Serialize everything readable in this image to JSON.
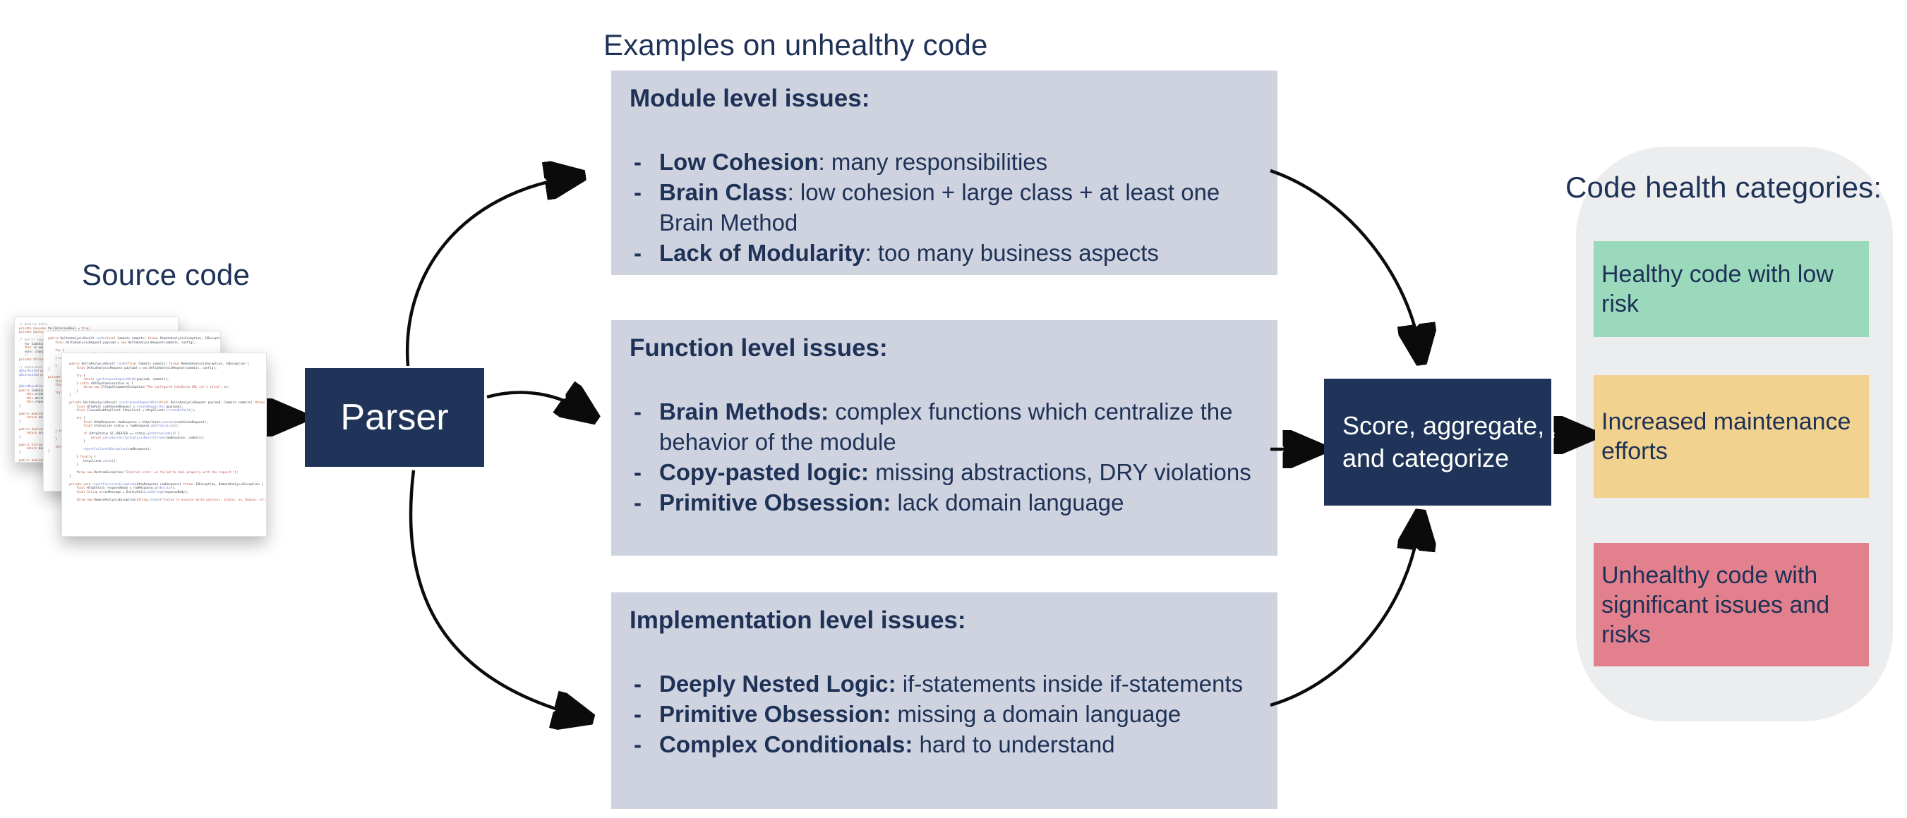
{
  "colors": {
    "navy_box": "#1f3458",
    "navy_text": "#1e3156",
    "issue_box_bg": "#ced3df",
    "panel_bg": "#ebedee",
    "healthy_green": "#9bd9bd",
    "maintenance_yellow": "#f2d28f",
    "unhealthy_red": "#e2808d",
    "arrow": "#0b0b0b"
  },
  "ui": {
    "bullet_dash": "-"
  },
  "headings": {
    "examples": "Examples on unhealthy code",
    "source": "Source code",
    "categories": "Code health categories:"
  },
  "parser": {
    "label": "Parser"
  },
  "score": {
    "line1": "Score, aggregate,",
    "line2": "and categorize"
  },
  "issue_boxes": [
    {
      "title": "Module level issues:",
      "bullets": [
        {
          "term": "Low Cohesion",
          "rest": ": many responsibilities"
        },
        {
          "term": "Brain Class",
          "rest": ": low cohesion + large class + at least one Brain Method"
        },
        {
          "term": "Lack of Modularity",
          "rest": ": too many business aspects"
        }
      ]
    },
    {
      "title": "Function level issues:",
      "bullets": [
        {
          "term": "Brain Methods:",
          "rest": " complex functions which centralize the behavior of the module"
        },
        {
          "term": "Copy-pasted logic:",
          "rest": " missing abstractions, DRY violations"
        },
        {
          "term": "Primitive Obsession:",
          "rest": " lack domain language"
        }
      ]
    },
    {
      "title": "Implementation level issues:",
      "bullets": [
        {
          "term": "Deeply Nested Logic:",
          "rest": " if-statements inside if-statements"
        },
        {
          "term": "Primitive Obsession:",
          "rest": " missing a domain language"
        },
        {
          "term": "Complex Conditionals:",
          "rest": " hard to understand"
        }
      ]
    }
  ],
  "categories": [
    {
      "label": "Healthy code with low risk",
      "color": "#9bd9bd"
    },
    {
      "label": "Increased maintenance efforts",
      "color": "#f2d28f"
    },
    {
      "label": "Unhealthy code with significant issues and risks",
      "color": "#e2808d"
    }
  ],
  "connections": [
    {
      "from": "source-code",
      "to": "parser"
    },
    {
      "from": "parser",
      "to": "module-level-issues"
    },
    {
      "from": "parser",
      "to": "function-level-issues"
    },
    {
      "from": "parser",
      "to": "implementation-level-issues"
    },
    {
      "from": "module-level-issues",
      "to": "score-aggregate-categorize"
    },
    {
      "from": "function-level-issues",
      "to": "score-aggregate-categorize"
    },
    {
      "from": "implementation-level-issues",
      "to": "score-aggregate-categorize"
    },
    {
      "from": "score-aggregate-categorize",
      "to": "code-health-categories"
    }
  ],
  "code_pages": [
    {
      "lines": [
        "// Quality Gates",
        "private boolean failOnFailedGoal = true;",
        "private boolean failOnDecliningCodeHealth = true;",
        "",
        "/* Gerrit support",
        "   for CodeScene the change ref",
        "   this is needed to resolve",
        "   note: change_requests",
        "   */",
        "private String gerritRef;",
        "",
        "// deprecated auth",
        "@Deprecated private String user;",
        "@Deprecated private String password;",
        "",
        "",
        "@DataBoundConstructor",
        "public CodeSceneBuilder(",
        "    this.credentialsId =",
        "    this.deltaAnalysisUrl =",
        "    this.repository =",
        "}",
        "",
        "public boolean isAnalyzeLatest",
        "    return analyzeLatest;",
        "}",
        "",
        "public boolean isAnalyzeBranch",
        "    return analyzeBranch;",
        "}",
        "",
        "public String getBaseRevision",
        "    return baseRevision;",
        "}",
        "",
        "public boolean isMarkBuild",
        "    return markBuildAsUnstable;",
        "}"
      ]
    },
    {
      "lines": [
        "public DeltaAnalysisResult runOn(final Commits commits) throws RemoteAnalysisException, IOException {",
        "    final DeltaAnalysisRequest payload = new DeltaAnalysisRequest(commits, config);",
        "",
        "    try {",
        "        return synchronousRequestWith(payload, commits);",
        "    } catch (URISyntaxException e) {",
        "        throw new IllegalArgumentException(\"The configured CodeScene URL\",",
        "    }",
        "}",
        "",
        "private DeltaAnalysisResult synchronousRequestWith(final DeltaAnalysis",
        "    final HttpPost codeSceneRequest = createRequestFor(payload);",
        "    final CloseableHttpClient httpclient = HttpClients.createDefault();",
        "",
        "    try {",
        "        final HttpResponse rawResponse = httpclient.execute(code",
        "        final StatusLine status = rawResponse.getStatusLine();",
        "",
        "        if (HttpStatus.SC_CREATED == status.getStatusCode()",
        "            return parseSuccessfulAnalysisResults",
        "        }",
        "",
        "        reportFailureAsException(rawResponse);",
        "",
        "    } finally {",
        "        httpclient.close();",
        "    }",
        "",
        "    throw new RuntimeException(\"Internal error\");",
        "}"
      ]
    },
    {
      "lines": [
        "public DeltaAnalysisResult runOn(final Commits commits) throws RemoteAnalysisException, IOException {",
        "    final DeltaAnalysisRequest payload = new DeltaAnalysisRequest(commits, config);",
        "",
        "    try {",
        "        return synchronousRequestWith(payload, commits);",
        "    } catch (URISyntaxException e) {",
        "        throw new IllegalArgumentException(\"The configured CodeScene URL isn't valid\", e);",
        "    }",
        "}",
        "",
        "private DeltaAnalysisResult synchronousRequestWith(final DeltaAnalysisRequest payload, Commits commits) throws",
        "    final HttpPost codeSceneRequest = createRequestFor(payload);",
        "    final CloseableHttpClient httpclient = HttpClients.createDefault();",
        "",
        "    try {",
        "        final HttpResponse rawResponse = httpclient.execute(codeSceneRequest);",
        "        final StatusLine status = rawResponse.getStatusLine();",
        "",
        "        if (HttpStatus.SC_CREATED == status.getStatusCode()) {",
        "            return parseSuccessfulAnalysisResultsFrom(rawResponse, commits);",
        "        }",
        "",
        "        reportFailureAsException(rawResponse);",
        "",
        "    } finally {",
        "        httpclient.close();",
        "    }",
        "",
        "    throw new RuntimeException(\"Internal error: we failed to deal properly with the request.\");",
        "}",
        "",
        "private void reportFailureAsException(HttpResponse rawResponse) throws IOException, RemoteAnalysisException {",
        "    final HttpEntity responseBody = rawResponse.getEntity();",
        "    final String errorMessage = EntityUtils.toString(responseBody);",
        "",
        "    throw new RemoteAnalysisException(String.format(\"Failed to execute delta analysis. Status: %s, Reason: %s\","
      ]
    }
  ]
}
